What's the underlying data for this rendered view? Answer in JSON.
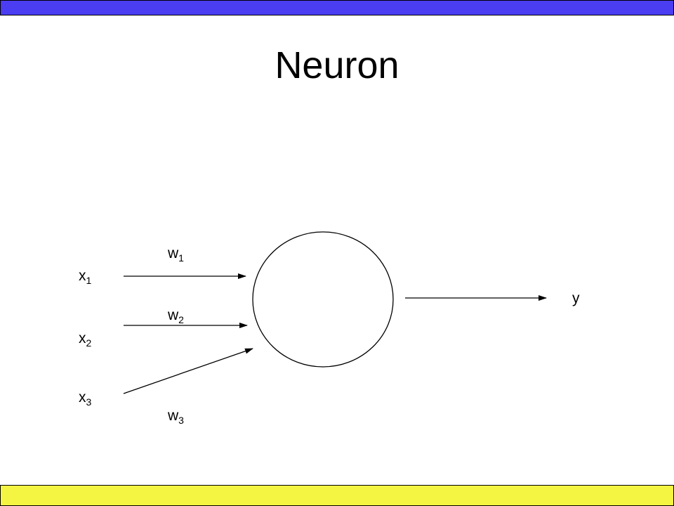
{
  "slide": {
    "title": "Neuron",
    "top_bar_color": "#4a3df2",
    "bottom_bar_color": "#f4f442"
  },
  "diagram": {
    "inputs": [
      {
        "base": "x",
        "sub": "1"
      },
      {
        "base": "x",
        "sub": "2"
      },
      {
        "base": "x",
        "sub": "3"
      }
    ],
    "weights": [
      {
        "base": "w",
        "sub": "1"
      },
      {
        "base": "w",
        "sub": "2"
      },
      {
        "base": "w",
        "sub": "3"
      }
    ],
    "output": "y"
  }
}
